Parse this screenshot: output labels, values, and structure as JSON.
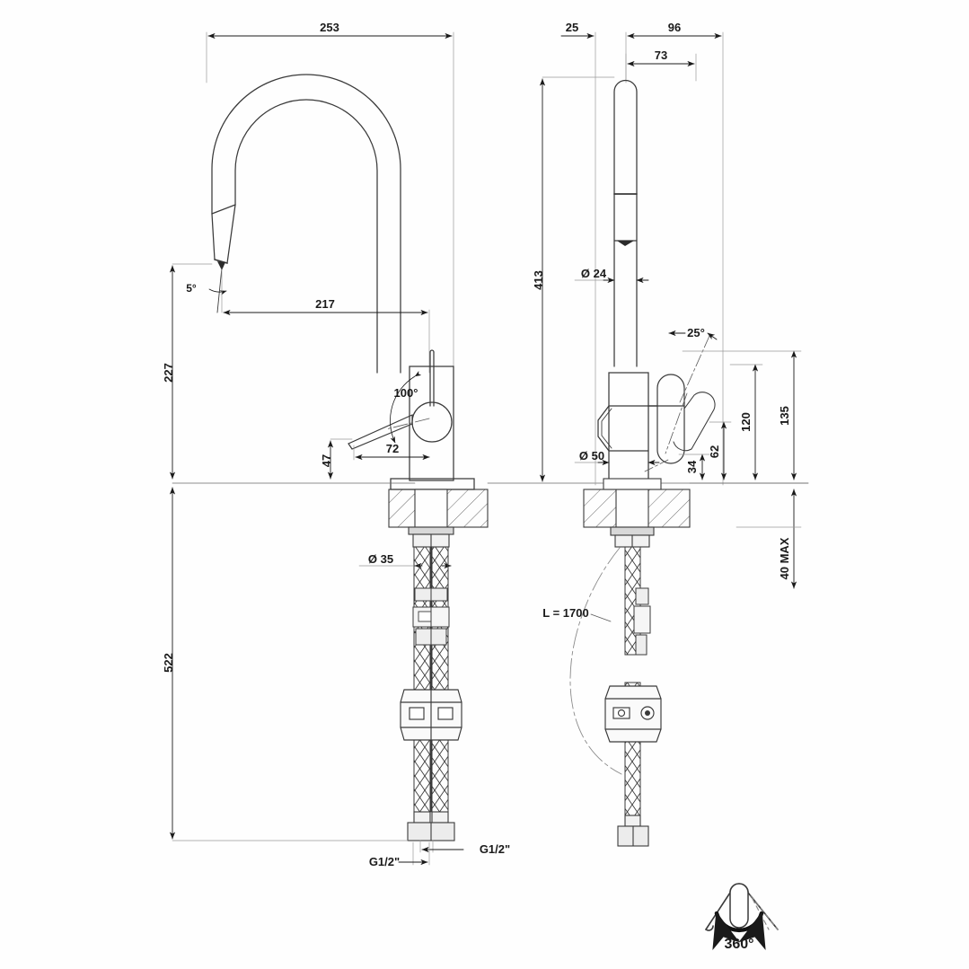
{
  "drawing": {
    "title": "Kitchen Mixer Tap Technical Drawing",
    "background_color": "#fefefe",
    "line_color": "#2b2b2b",
    "dim_color": "#1a1a1a",
    "thin_color": "#9a9a9a"
  },
  "front_view": {
    "name": "front-elevation",
    "dimensions": {
      "spout_reach_total": "253",
      "spout_reach_inner": "217",
      "spout_height": "227",
      "overall_below": "522",
      "handle_height": "47",
      "handle_offset": "72",
      "hose_diameter": "Ø 35",
      "spray_angle": "5°",
      "lever_angle": "100°",
      "inlet_left": "G1/2\"",
      "inlet_right": "G1/2\""
    }
  },
  "side_view": {
    "name": "side-elevation",
    "dimensions": {
      "offset_left": "25",
      "width_right": "96",
      "width_mid": "73",
      "total_height": "413",
      "spout_diameter": "Ø 24",
      "base_diameter": "Ø 50",
      "lever_angle": "25°",
      "lever_low": "34",
      "lever_mid": "62",
      "lever_high": "120",
      "lever_top": "135",
      "counter_thickness": "40 MAX",
      "hose_length": "L = 1700"
    }
  },
  "rotation_symbol": {
    "name": "swivel-indicator",
    "label": "360°"
  }
}
